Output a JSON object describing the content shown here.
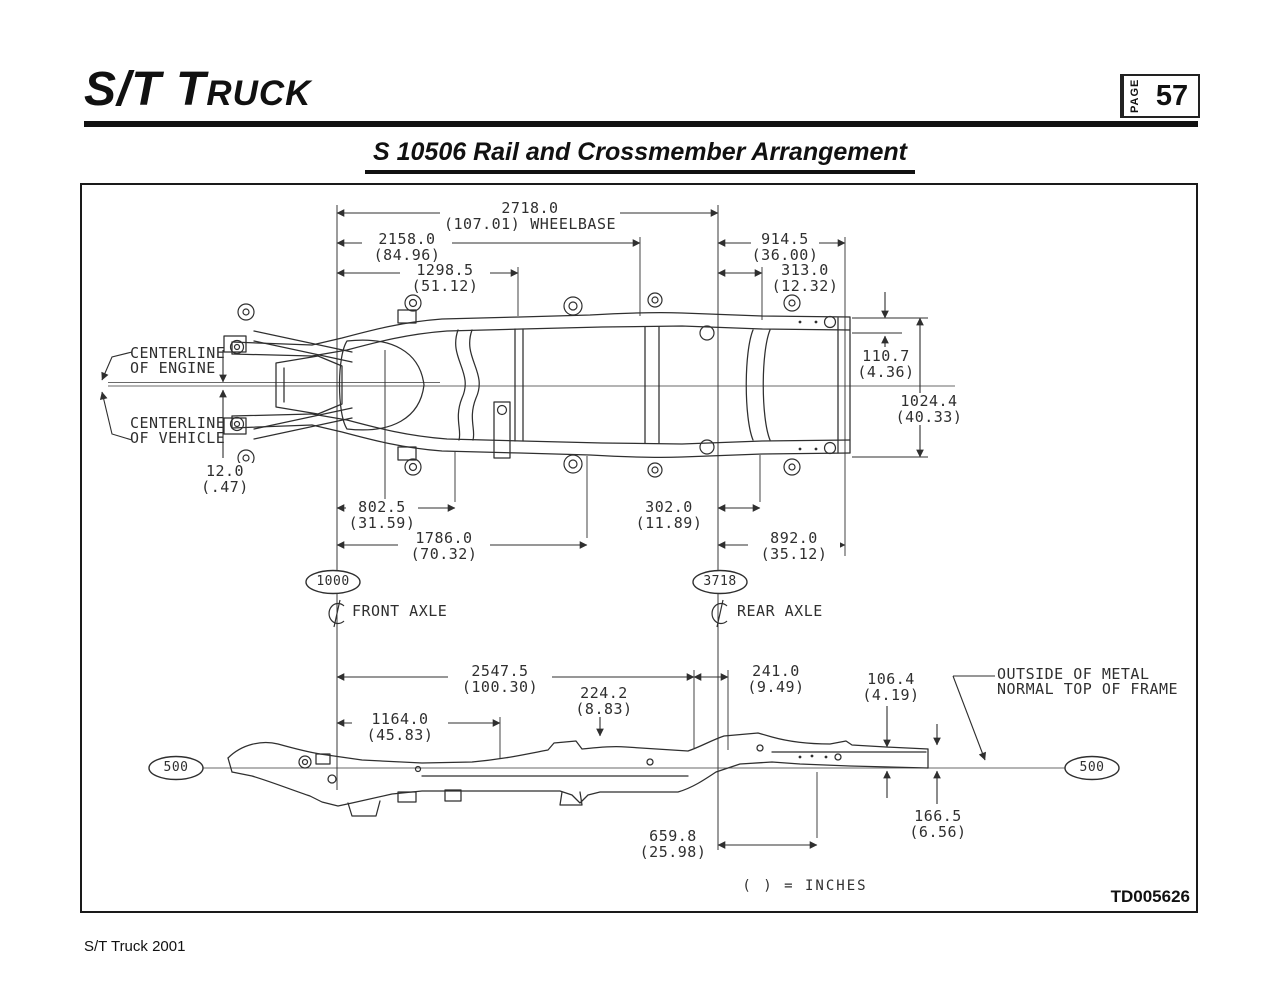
{
  "header": {
    "logo_main": "S/T T",
    "logo_small": "RUCK",
    "page_label": "PAGE",
    "page_number": "57"
  },
  "title": "S 10506 Rail and Crossmember Arrangement",
  "footer": "S/T Truck 2001",
  "diagram": {
    "drawing_number": "TD005626",
    "legend": "( ) = INCHES",
    "labels": {
      "centerline_engine": "CENTERLINE\nOF ENGINE",
      "centerline_vehicle": "CENTERLINE\nOF VEHICLE",
      "outside_metal": "OUTSIDE OF METAL\nNORMAL TOP OF FRAME",
      "front_axle": "FRONT AXLE",
      "rear_axle": "REAR AXLE"
    },
    "stations": {
      "front_plan": "1000",
      "rear_plan": "3718",
      "side_left": "500",
      "side_right": "500"
    },
    "dims": {
      "w2718": {
        "mm": "2718.0",
        "inch": "(107.01)",
        "note": "WHEELBASE"
      },
      "w2158": {
        "mm": "2158.0",
        "inch": "(84.96)"
      },
      "w1298": {
        "mm": "1298.5",
        "inch": "(51.12)"
      },
      "w914": {
        "mm": "914.5",
        "inch": "(36.00)"
      },
      "w313": {
        "mm": "313.0",
        "inch": "(12.32)"
      },
      "w110": {
        "mm": "110.7",
        "inch": "(4.36)"
      },
      "w1024": {
        "mm": "1024.4",
        "inch": "(40.33)"
      },
      "w12": {
        "mm": "12.0",
        "inch": "(.47)"
      },
      "w802": {
        "mm": "802.5",
        "inch": "(31.59)"
      },
      "w302": {
        "mm": "302.0",
        "inch": "(11.89)"
      },
      "w1786": {
        "mm": "1786.0",
        "inch": "(70.32)"
      },
      "w892": {
        "mm": "892.0",
        "inch": "(35.12)"
      },
      "s2547": {
        "mm": "2547.5",
        "inch": "(100.30)"
      },
      "s224": {
        "mm": "224.2",
        "inch": "(8.83)"
      },
      "s241": {
        "mm": "241.0",
        "inch": "(9.49)"
      },
      "s106": {
        "mm": "106.4",
        "inch": "(4.19)"
      },
      "s1164": {
        "mm": "1164.0",
        "inch": "(45.83)"
      },
      "s659": {
        "mm": "659.8",
        "inch": "(25.98)"
      },
      "s166": {
        "mm": "166.5",
        "inch": "(6.56)"
      }
    }
  }
}
